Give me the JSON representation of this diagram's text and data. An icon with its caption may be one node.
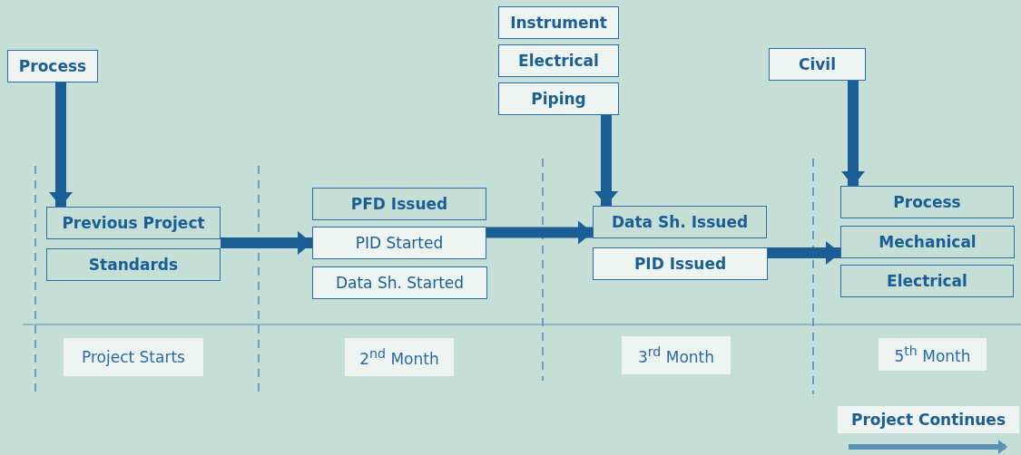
{
  "diagram": {
    "nodes": [
      {
        "text": [
          "Process"
        ]
      },
      {
        "text": [
          "Previous Project"
        ]
      },
      {
        "text": [
          "Standards"
        ]
      },
      {
        "text": [
          "PFD Issued"
        ]
      },
      {
        "text": [
          "PID Started"
        ]
      },
      {
        "text": [
          "Data Sh. Started"
        ]
      },
      {
        "text": [
          "Instrument"
        ]
      },
      {
        "text": [
          "Electrical"
        ]
      },
      {
        "text": [
          "Piping"
        ]
      },
      {
        "text": [
          "Data Sh. Issued"
        ]
      },
      {
        "text": [
          "PID Issued"
        ]
      },
      {
        "text": [
          "Civil"
        ]
      },
      {
        "text": [
          "Process"
        ]
      },
      {
        "text": [
          "Mechanical"
        ]
      },
      {
        "text": [
          "Electrical"
        ]
      },
      {
        "text": [
          "Project Starts"
        ]
      },
      {
        "text": [
          "2$^{nd}$ Month"
        ]
      },
      {
        "text": [
          "3$^{rd}$ Month"
        ]
      },
      {
        "text": [
          "5$^{th}$ Month"
        ]
      },
      {
        "text": [
          "Project Continues"
        ]
      }
    ],
    "edges": [
      {
        "from": 0,
        "to": 1,
        "arrow": "to"
      },
      {
        "from": 2,
        "to": 4,
        "arrow": "to"
      },
      {
        "from": 8,
        "to": 9,
        "arrow": "to"
      },
      {
        "from": 4,
        "to": 9,
        "arrow": "to"
      },
      {
        "from": 11,
        "to": 12,
        "arrow": "to"
      },
      {
        "from": 10,
        "to": 13,
        "arrow": "to"
      }
    ]
  }
}
